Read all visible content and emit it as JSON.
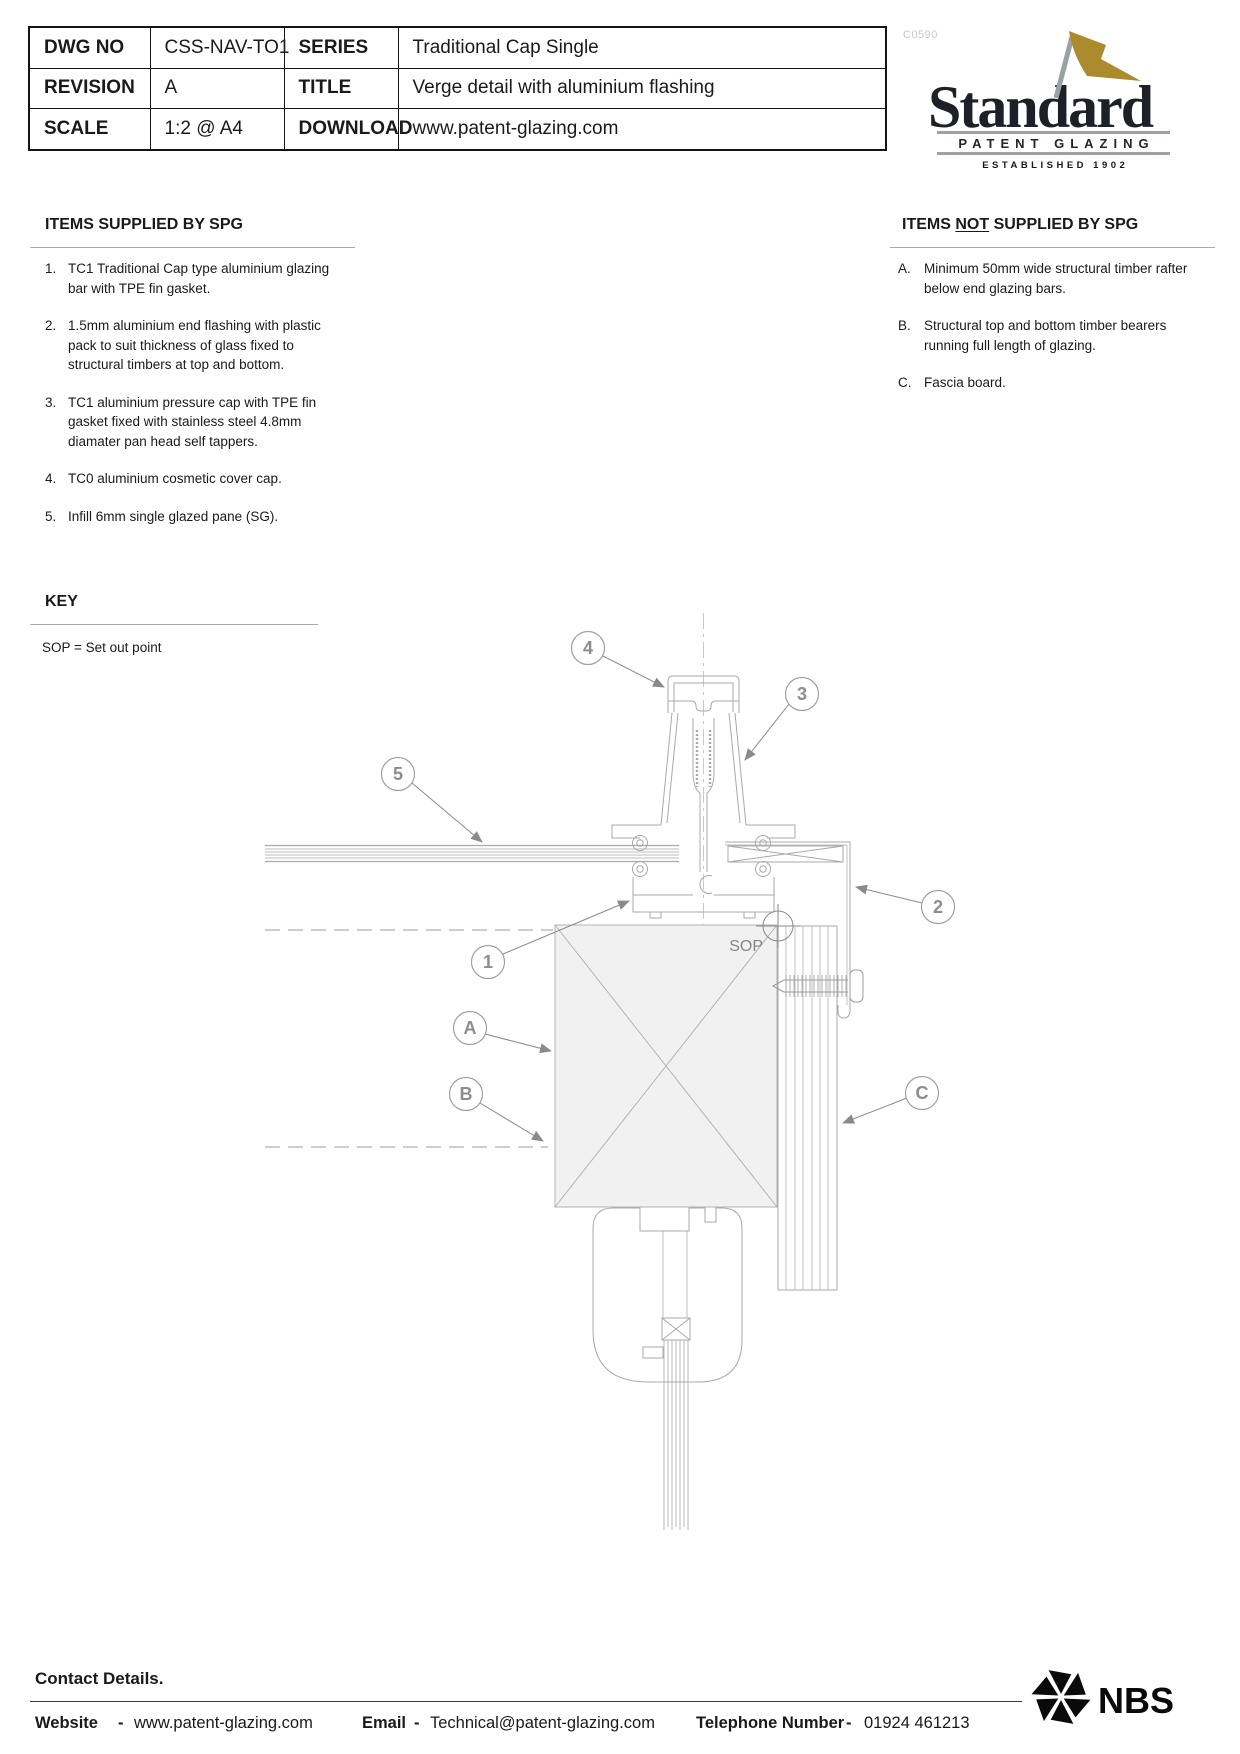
{
  "title_block": {
    "ref_code": "C0590",
    "rows": [
      {
        "label1": "DWG NO",
        "value1": "CSS-NAV-TO1",
        "label2": "SERIES",
        "value2": "Traditional Cap Single"
      },
      {
        "label1": "REVISION",
        "value1": "A",
        "label2": "TITLE",
        "value2": "Verge detail with aluminium flashing"
      },
      {
        "label1": "SCALE",
        "value1": "1:2 @ A4",
        "label2": "DOWNLOAD",
        "value2": "www.patent-glazing.com"
      }
    ]
  },
  "logo": {
    "name": "Standard",
    "subtitle": "PATENT GLAZING",
    "established": "ESTABLISHED 1902",
    "flag_color": "#ab8b2d",
    "pole_color": "#9aa1a3",
    "bar_color": "#9ba2a4"
  },
  "supplied": {
    "heading": "ITEMS SUPPLIED BY SPG",
    "items": [
      {
        "num": "1.",
        "text": "TC1 Traditional Cap type aluminium glazing bar with TPE fin gasket."
      },
      {
        "num": "2.",
        "text": "1.5mm aluminium end flashing with plastic pack to suit thickness of glass fixed to structural timbers at top and bottom."
      },
      {
        "num": "3.",
        "text": "TC1 aluminium pressure cap with TPE fin gasket fixed with stainless steel 4.8mm diamater pan head self tappers."
      },
      {
        "num": "4.",
        "text": "TC0 aluminium cosmetic cover cap."
      },
      {
        "num": "5.",
        "text": "Infill 6mm single glazed pane (SG)."
      }
    ]
  },
  "not_supplied": {
    "heading_prefix": "ITEMS ",
    "heading_not": "NOT",
    "heading_suffix": " SUPPLIED BY SPG",
    "items": [
      {
        "num": "A.",
        "text": "Minimum 50mm wide structural timber rafter below end glazing bars."
      },
      {
        "num": "B.",
        "text": "Structural top and bottom timber bearers running full length of glazing."
      },
      {
        "num": "C.",
        "text": "Fascia board."
      }
    ]
  },
  "key": {
    "heading": "KEY",
    "text": "SOP = Set out point"
  },
  "drawing": {
    "line_color": "#a9a9a9",
    "dark_line_color": "#8a8a8a",
    "label_color": "#8d8d8d",
    "rafter_fill": "#f1f1f1",
    "sop_label": "SOP",
    "balloons": [
      {
        "label": "4"
      },
      {
        "label": "3"
      },
      {
        "label": "5"
      },
      {
        "label": "1"
      },
      {
        "label": "2"
      },
      {
        "label": "A"
      },
      {
        "label": "B"
      },
      {
        "label": "C"
      }
    ]
  },
  "footer": {
    "heading": "Contact Details.",
    "sep": "-",
    "website_label": "Website",
    "website": "www.patent-glazing.com",
    "email_label": "Email",
    "email": "Technical@patent-glazing.com",
    "phone_label": "Telephone Number",
    "phone": "01924 461213",
    "nbs": "NBS"
  }
}
